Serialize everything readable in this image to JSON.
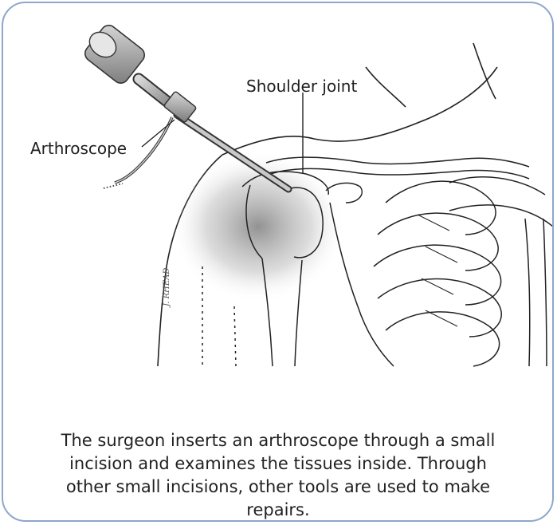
{
  "labels": {
    "shoulder_joint": "Shoulder joint",
    "arthroscope": "Arthroscope"
  },
  "signature": "J. RHEAD",
  "caption": "The surgeon inserts an arthroscope through a small incision and examines the tissues inside. Through other small incisions, other tools are used to make repairs.",
  "colors": {
    "frame_border": "#8ea7cc",
    "line_art": "#222222",
    "shadow": "#777777"
  }
}
